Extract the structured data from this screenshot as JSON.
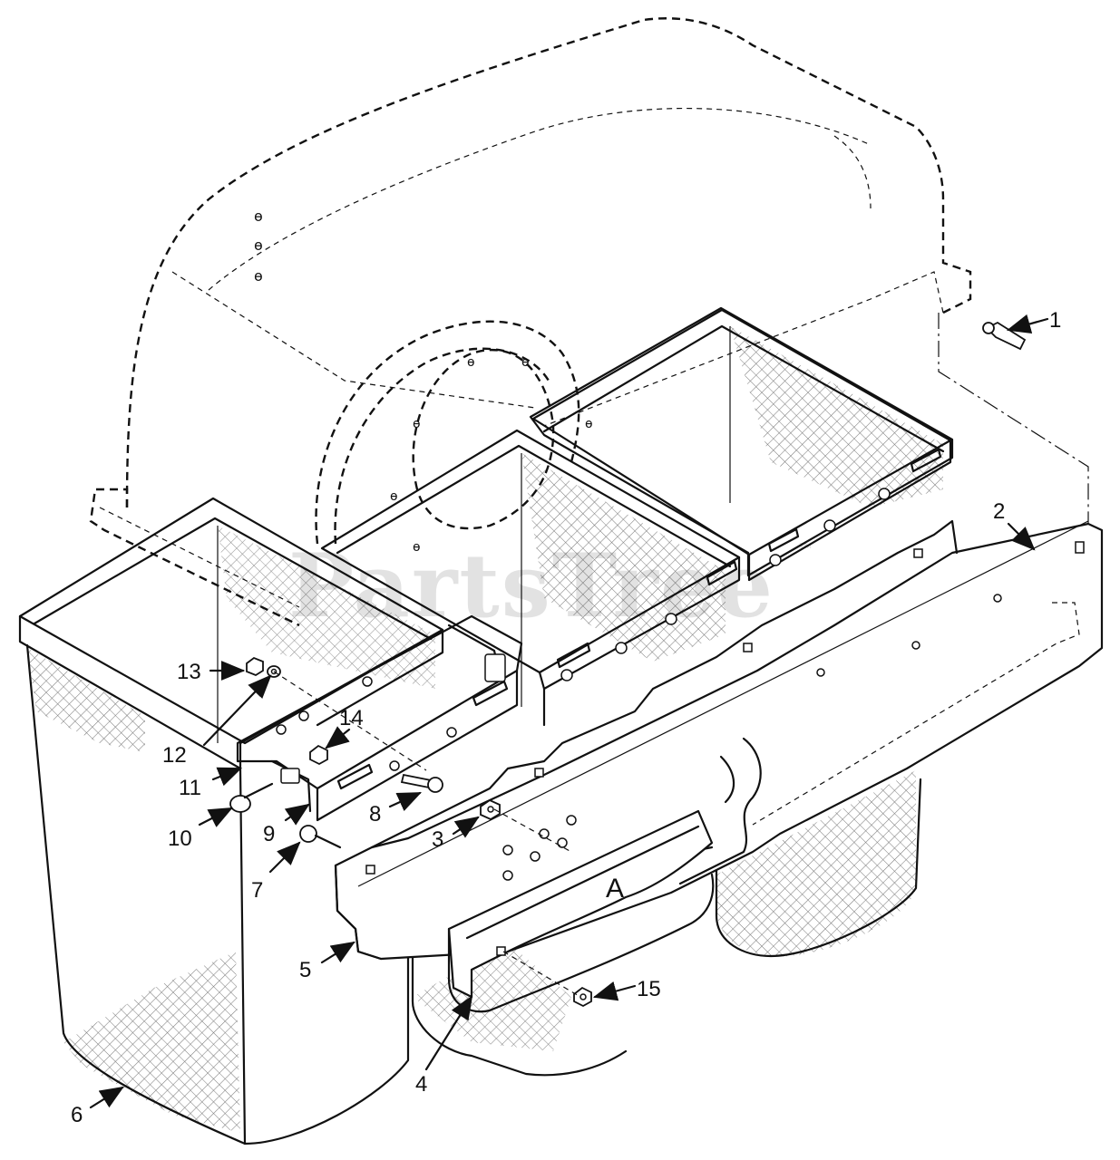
{
  "watermark": {
    "text": "PartsTree",
    "trademark": "™"
  },
  "callouts": [
    {
      "id": "1",
      "label": "1"
    },
    {
      "id": "2",
      "label": "2"
    },
    {
      "id": "3",
      "label": "3"
    },
    {
      "id": "4",
      "label": "4"
    },
    {
      "id": "5",
      "label": "5"
    },
    {
      "id": "6",
      "label": "6"
    },
    {
      "id": "7",
      "label": "7"
    },
    {
      "id": "8",
      "label": "8"
    },
    {
      "id": "9",
      "label": "9"
    },
    {
      "id": "10",
      "label": "10"
    },
    {
      "id": "11",
      "label": "11"
    },
    {
      "id": "12",
      "label": "12"
    },
    {
      "id": "13",
      "label": "13"
    },
    {
      "id": "14",
      "label": "14"
    },
    {
      "id": "15",
      "label": "15"
    }
  ],
  "detail_marker": "A",
  "colors": {
    "line": "#111111",
    "background": "#ffffff",
    "watermark": "#e2e2e2"
  }
}
